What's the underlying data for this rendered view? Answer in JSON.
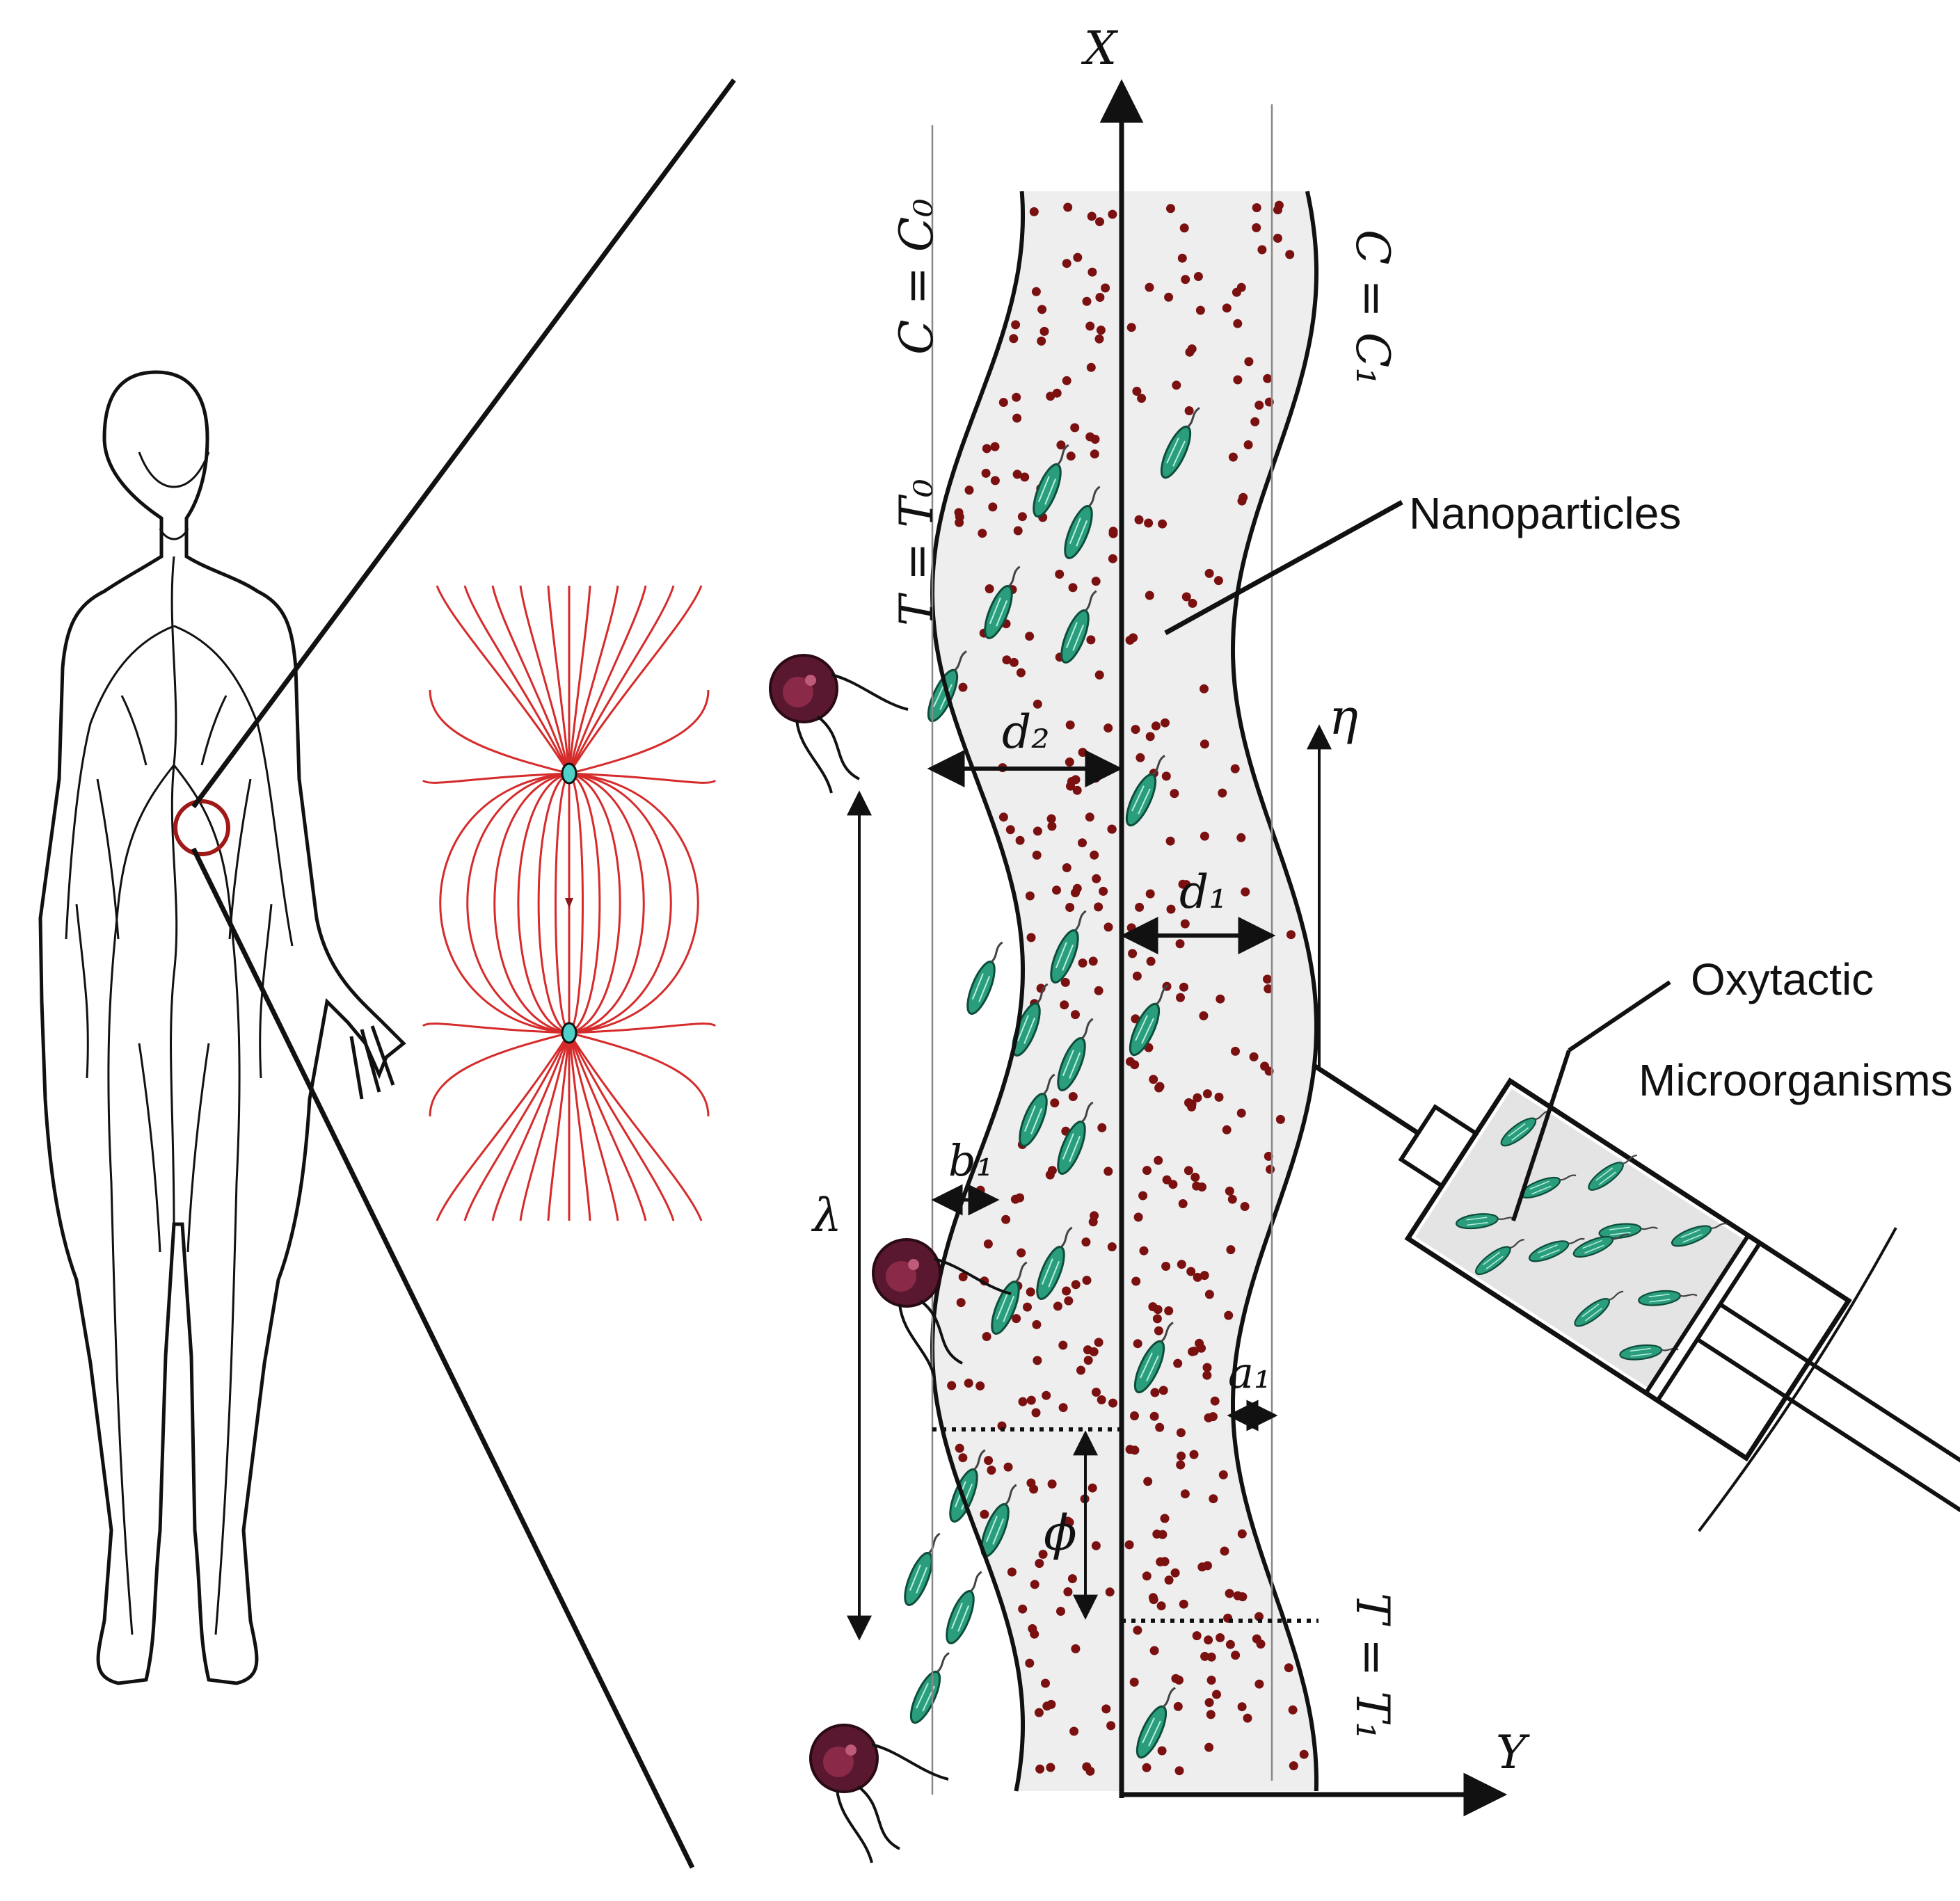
{
  "colors": {
    "channel_fill": "#eeeeee",
    "nanoparticle": "#7a1010",
    "microorganism": "#2a9e7c",
    "field_lines": "#d62b2b",
    "line": "#111111"
  },
  "labels": {
    "nanoparticles": "Nanoparticles",
    "oxytactic_line1": "Oxytactic",
    "oxytactic_line2": "Microorganisms"
  },
  "axes": {
    "x": "X",
    "y": "Y",
    "eta": "η"
  },
  "boundary_conditions": {
    "left_conc": "C = C₀",
    "left_temp": "T = T₀",
    "right_conc": "C = C₁",
    "right_temp": "T = T₁"
  },
  "dimensions": {
    "d1": "d₁",
    "d2": "d₂",
    "a1": "a₁",
    "b1": "b₁",
    "lambda": "λ",
    "phi": "ϕ"
  },
  "icons": [
    "human-body-icon",
    "magnetic-dipole-field-icon",
    "syringe-icon",
    "cell-icon",
    "microorganism-icon"
  ]
}
